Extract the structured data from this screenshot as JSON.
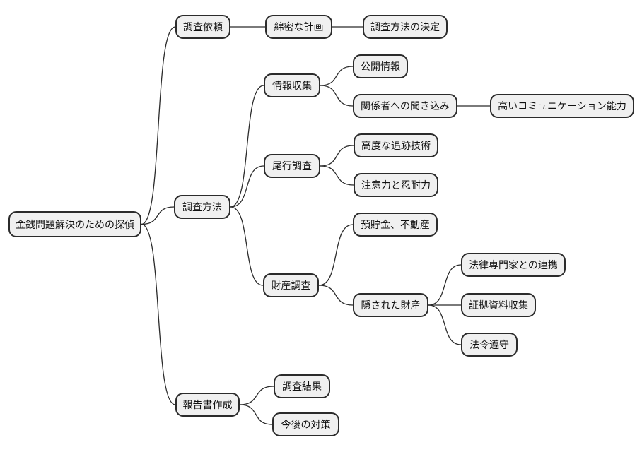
{
  "diagram": {
    "type": "mindmap",
    "title": "金銭問題解決のための探偵",
    "colors": {
      "background": "#ffffff",
      "node_fill": "#f0f0f0",
      "node_border": "#2b2b2b",
      "edge": "#2b2b2b",
      "text": "#111111"
    },
    "nodes": [
      {
        "id": "root",
        "label": "金銭問題解決のための探偵",
        "level": 0
      },
      {
        "id": "irai",
        "label": "調査依頼",
        "level": 1
      },
      {
        "id": "keikaku",
        "label": "綿密な計画",
        "level": 2
      },
      {
        "id": "kettei",
        "label": "調査方法の決定",
        "level": 3
      },
      {
        "id": "houhou",
        "label": "調査方法",
        "level": 1
      },
      {
        "id": "jouhou",
        "label": "情報収集",
        "level": 2
      },
      {
        "id": "koukai",
        "label": "公開情報",
        "level": 3
      },
      {
        "id": "kikikomi",
        "label": "関係者への聞き込み",
        "level": 3
      },
      {
        "id": "comm",
        "label": "高いコミュニケーション能力",
        "level": 4
      },
      {
        "id": "bikou",
        "label": "尾行調査",
        "level": 2
      },
      {
        "id": "tsuiseki",
        "label": "高度な追跡技術",
        "level": 3
      },
      {
        "id": "chuui",
        "label": "注意力と忍耐力",
        "level": 3
      },
      {
        "id": "zaisan",
        "label": "財産調査",
        "level": 2
      },
      {
        "id": "yochokin",
        "label": "預貯金、不動産",
        "level": 3
      },
      {
        "id": "kakusareta",
        "label": "隠された財産",
        "level": 3
      },
      {
        "id": "houritsu",
        "label": "法律専門家との連携",
        "level": 4
      },
      {
        "id": "shouko",
        "label": "証拠資料収集",
        "level": 4
      },
      {
        "id": "hourei",
        "label": "法令遵守",
        "level": 4
      },
      {
        "id": "houkoku",
        "label": "報告書作成",
        "level": 1
      },
      {
        "id": "kekka",
        "label": "調査結果",
        "level": 2
      },
      {
        "id": "taisaku",
        "label": "今後の対策",
        "level": 2
      }
    ],
    "edges": [
      [
        "root",
        "irai"
      ],
      [
        "irai",
        "keikaku"
      ],
      [
        "keikaku",
        "kettei"
      ],
      [
        "root",
        "houhou"
      ],
      [
        "houhou",
        "jouhou"
      ],
      [
        "jouhou",
        "koukai"
      ],
      [
        "jouhou",
        "kikikomi"
      ],
      [
        "kikikomi",
        "comm"
      ],
      [
        "houhou",
        "bikou"
      ],
      [
        "bikou",
        "tsuiseki"
      ],
      [
        "bikou",
        "chuui"
      ],
      [
        "houhou",
        "zaisan"
      ],
      [
        "zaisan",
        "yochokin"
      ],
      [
        "zaisan",
        "kakusareta"
      ],
      [
        "kakusareta",
        "houritsu"
      ],
      [
        "kakusareta",
        "shouko"
      ],
      [
        "kakusareta",
        "hourei"
      ],
      [
        "root",
        "houkoku"
      ],
      [
        "houkoku",
        "kekka"
      ],
      [
        "houkoku",
        "taisaku"
      ]
    ]
  }
}
